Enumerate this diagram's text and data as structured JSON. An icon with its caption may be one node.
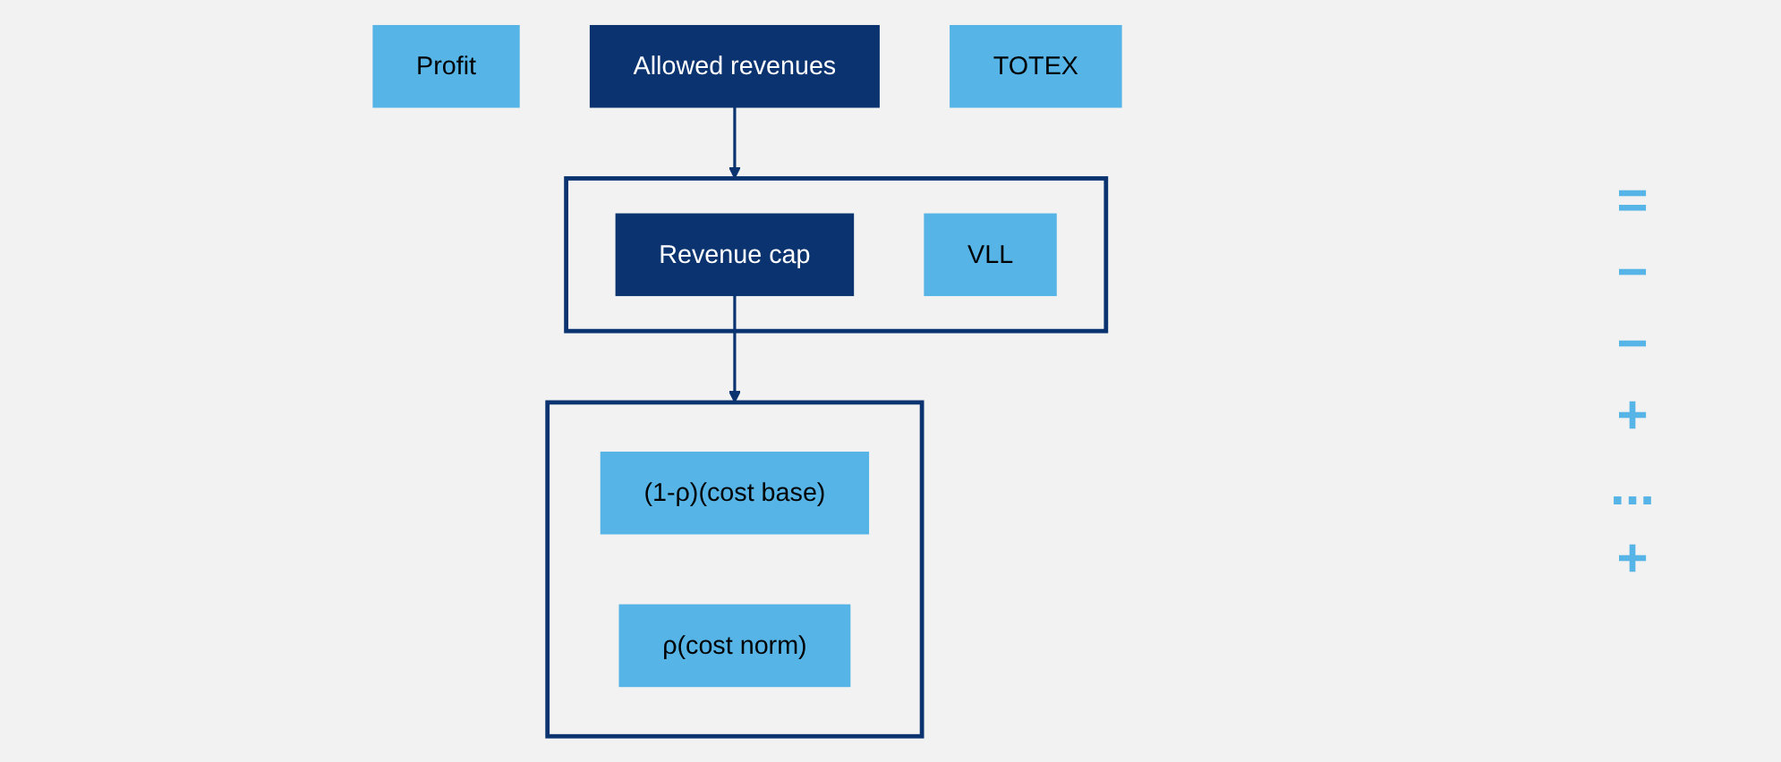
{
  "diagram": {
    "nodes": [
      {
        "text": [
          "Profit"
        ]
      },
      {
        "text": [
          "Allowed revenues"
        ]
      },
      {
        "text": [
          "TOTEX"
        ]
      },
      {
        "text": [],
        "shape": "box"
      },
      {
        "text": [
          "Revenue cap"
        ],
        "in": 3
      },
      {
        "text": [
          "VLL"
        ],
        "in": 3
      },
      {
        "text": [],
        "shape": "box"
      },
      {
        "text": [
          "(1-ρ)(cost base)"
        ],
        "in": 6
      },
      {
        "text": [
          "ρ(cost norm)"
        ],
        "in": 6
      }
    ],
    "edges": [
      {
        "from": 1,
        "to": 3,
        "arrow": "to"
      },
      {
        "from": 4,
        "to": 6,
        "arrow": "to"
      }
    ],
    "labels": [
      "=",
      "−",
      "−",
      "+",
      "...",
      "+"
    ]
  }
}
